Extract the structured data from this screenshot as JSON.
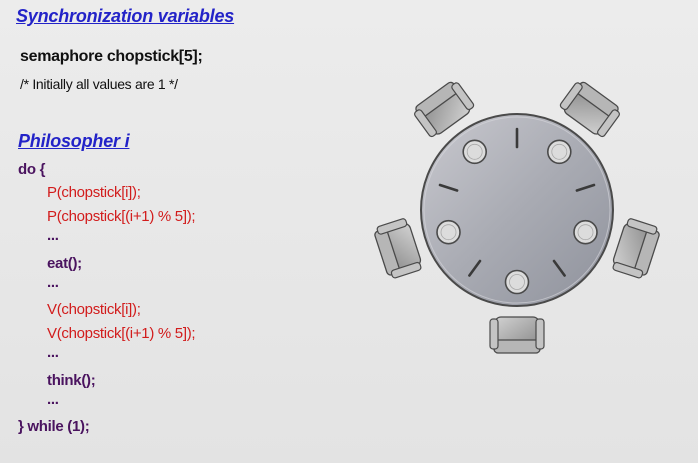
{
  "sync_section": {
    "heading": "Synchronization variables",
    "declaration": "semaphore chopstick[5];",
    "comment": "/* Initially all values are 1 */"
  },
  "philosopher_section": {
    "heading": "Philosopher i",
    "code_lines": [
      "do {",
      "P(chopstick[i]);",
      "P(chopstick[(i+1) % 5]);",
      "...",
      "eat();",
      "...",
      "V(chopstick[i]);",
      "V(chopstick[(i+1) % 5]);",
      "...",
      "think();",
      "...",
      "} while (1);"
    ]
  },
  "diagram": {
    "seat_count": 5,
    "chopstick_count": 5,
    "plate_count": 5,
    "colors": {
      "table_light": "#c9c9cf",
      "table_dark": "#8f929c",
      "outline": "#4a4a4a",
      "chair": "#9a9a9a",
      "plate": "#dcdcdc"
    }
  },
  "colors": {
    "heading": "#2323c8",
    "keyword": "#4a135f",
    "call": "#d21c1c",
    "text": "#111111",
    "background": "#e7e7e7"
  }
}
